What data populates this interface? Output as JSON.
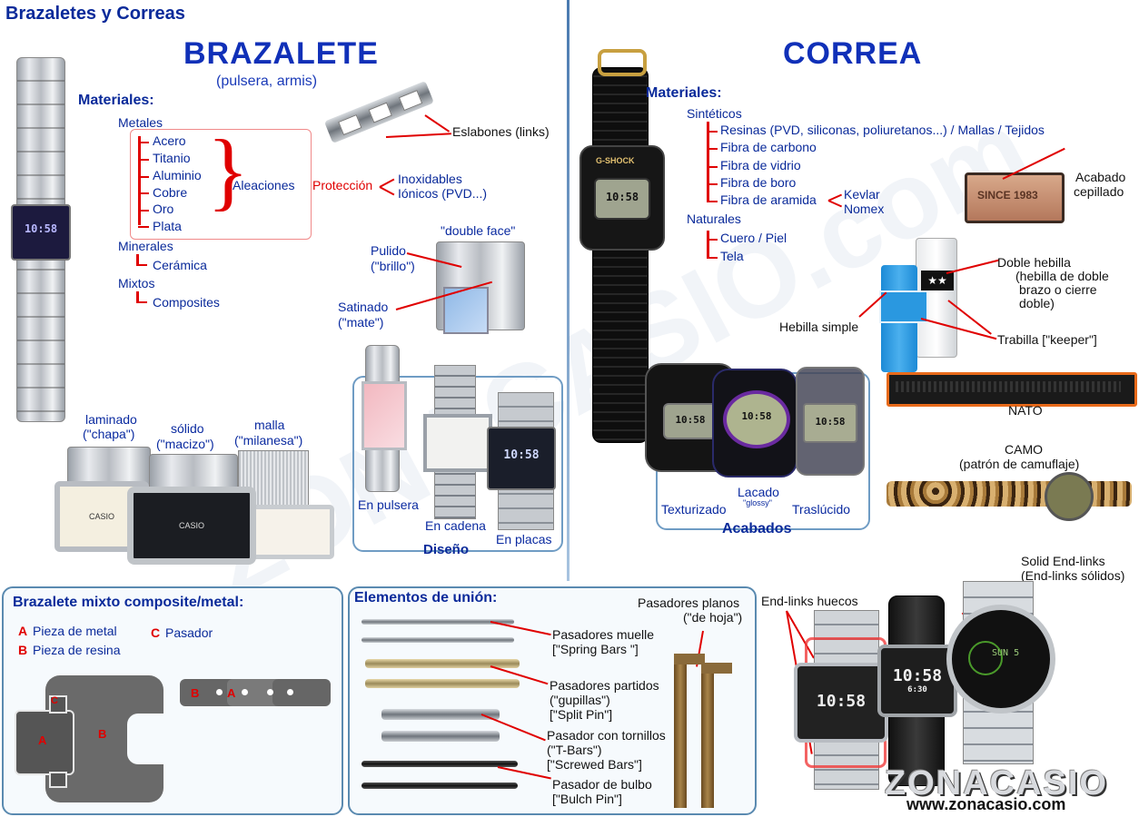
{
  "page_title": "Brazaletes y Correas",
  "brazalete": {
    "title": "BRAZALETE",
    "subtitle": "(pulsera, armis)",
    "materiales_label": "Materiales:",
    "metales_label": "Metales",
    "metales": [
      "Acero",
      "Titanio",
      "Aluminio",
      "Cobre",
      "Oro",
      "Plata"
    ],
    "aleaciones": "Aleaciones",
    "proteccion": "Protección",
    "proteccion_items": [
      "Inoxidables",
      "Iónicos (PVD...)"
    ],
    "minerales_label": "Minerales",
    "minerales": [
      "Cerámica"
    ],
    "mixtos_label": "Mixtos",
    "mixtos": [
      "Composites"
    ],
    "eslabones": "Eslabones (links)",
    "double_face": "\"double face\"",
    "pulido": [
      "Pulido",
      "(\"brillo\")"
    ],
    "satinado": [
      "Satinado",
      "(\"mate\")"
    ],
    "tipos": [
      {
        "l1": "laminado",
        "l2": "(\"chapa\")"
      },
      {
        "l1": "sólido",
        "l2": "(\"macizo\")"
      },
      {
        "l1": "malla",
        "l2": "(\"milanesa\")"
      }
    ],
    "diseno": {
      "title": "Diseño",
      "items": [
        "En pulsera",
        "En cadena",
        "En placas"
      ]
    }
  },
  "correa": {
    "title": "CORREA",
    "materiales_label": "Materiales:",
    "sinteticos_label": "Sintéticos",
    "sinteticos": [
      "Resinas (PVD, siliconas, poliuretanos...) / Mallas / Tejidos",
      "Fibra de carbono",
      "Fibra de vidrio",
      "Fibra de boro",
      "Fibra de aramida"
    ],
    "aramida": [
      "Kevlar",
      "Nomex"
    ],
    "naturales_label": "Naturales",
    "naturales": [
      "Cuero / Piel",
      "Tela"
    ],
    "acabado": [
      "Acabado",
      "cepillado"
    ],
    "stamp_text": "SINCE 1983",
    "doble_hebilla": [
      "Doble hebilla",
      "(hebilla de doble",
      "brazo o cierre",
      "doble)"
    ],
    "hebilla_simple": "Hebilla simple",
    "trabilla": "Trabilla [\"keeper\"]",
    "nato": "NATO",
    "camo": [
      "CAMO",
      "(patrón de camuflaje)"
    ],
    "acabados": {
      "title": "Acabados",
      "items": [
        "Texturizado",
        "Lacado",
        "Traslúcido"
      ],
      "lacado_note": "\"glossy\""
    }
  },
  "mixto": {
    "title": "Brazalete mixto composite/metal:",
    "legend": [
      {
        "key": "A",
        "text": "Pieza de metal"
      },
      {
        "key": "B",
        "text": "Pieza de resina"
      },
      {
        "key": "C",
        "text": "Pasador"
      }
    ]
  },
  "union": {
    "title": "Elementos de unión:",
    "items": [
      {
        "lines": [
          "Pasadores muelle",
          "[\"Spring Bars \"]"
        ]
      },
      {
        "lines": [
          "Pasadores partidos",
          "(\"gupillas\")",
          "[\"Split Pin\"]"
        ]
      },
      {
        "lines": [
          "Pasador con tornillos",
          "(\"T-Bars\")",
          "[\"Screwed Bars\"]"
        ]
      },
      {
        "lines": [
          "Pasador de bulbo",
          "[\"Bulch Pin\"]"
        ]
      }
    ],
    "planos": [
      "Pasadores planos",
      "(\"de hoja\")"
    ]
  },
  "endlinks": {
    "huecos": "End-links huecos",
    "solidos": [
      "Solid End-links",
      "(End-links sólidos)"
    ]
  },
  "watch_readouts": {
    "main_left": "10:58",
    "gshock_main": "10:58",
    "gshock_small": "10:58",
    "gshock_mid": "10:58",
    "gshock_right": "10:58",
    "placas": "10:58",
    "endlink_a": "10:58",
    "endlink_b": "10:58",
    "endlink_c": "6:30",
    "brand": "G-SHOCK",
    "casio": "CASIO",
    "dial": "SUN 5"
  },
  "branding": {
    "logo": "ZONACASIO",
    "url": "www.zonacasio.com",
    "watermark": "ZONACASIO.com"
  },
  "colors": {
    "title_blue": "#1030b8",
    "text_blue": "#0a2a9a",
    "accent_red": "#e00000",
    "panel_border": "#5a8ab0"
  }
}
